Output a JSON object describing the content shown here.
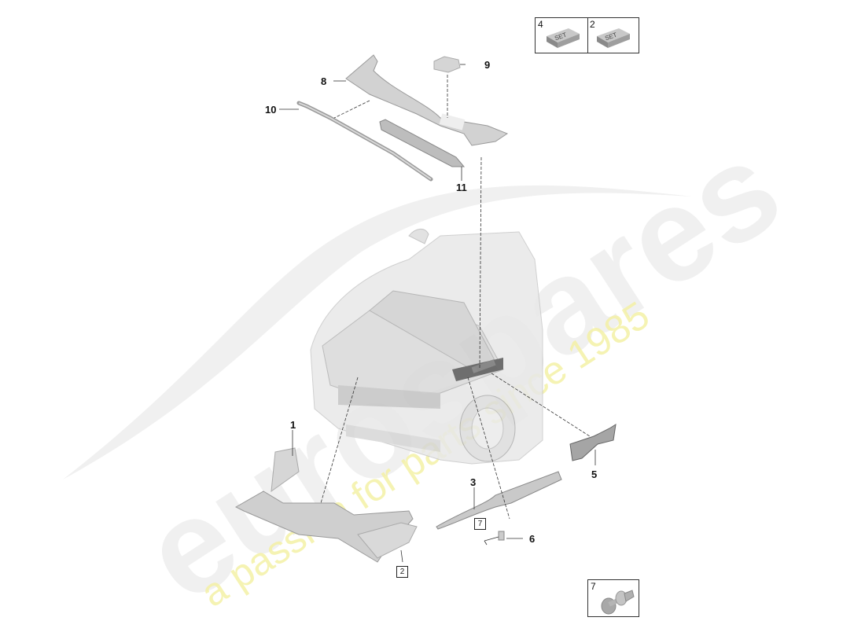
{
  "diagram": {
    "type": "exploded-parts-diagram",
    "subject": "Front hood-area trim / water deflector / cowl panels on SUV",
    "colors": {
      "background": "#ffffff",
      "part_fill": "#d4d4d4",
      "part_shadow": "#a9a9a9",
      "car_fill": "#e6e6e6",
      "leader_line": "#333333",
      "callout_text": "#111111",
      "watermark_grey": "#eeeeee",
      "watermark_yellow": "#f6f3b2"
    },
    "kit_legend": {
      "cells": [
        {
          "qty": "4",
          "icon": "set-box-icon",
          "label": "SET"
        },
        {
          "qty": "2",
          "icon": "set-box-icon",
          "label": "SET"
        }
      ]
    },
    "callouts": [
      {
        "id": "1",
        "label": "1",
        "part": "front cover panel"
      },
      {
        "id": "2",
        "label": "2",
        "boxed": true,
        "part": "set reference"
      },
      {
        "id": "3",
        "label": "3",
        "part": "side trim strip"
      },
      {
        "id": "5",
        "label": "5",
        "part": "corner bracket"
      },
      {
        "id": "6",
        "label": "6",
        "part": "clip"
      },
      {
        "id": "7",
        "label": "7",
        "boxed": true,
        "part": "clip reference"
      },
      {
        "id": "8",
        "label": "8",
        "part": "cowl panel"
      },
      {
        "id": "9",
        "label": "9",
        "part": "cap / cover"
      },
      {
        "id": "10",
        "label": "10",
        "part": "seal strip"
      },
      {
        "id": "11",
        "label": "11",
        "part": "cowl insert"
      }
    ],
    "clip_detail": {
      "label": "7",
      "icon": "push-clip-icon"
    },
    "watermark": {
      "brand": "eurospares",
      "tagline": "a passion for parts since 1985"
    }
  }
}
